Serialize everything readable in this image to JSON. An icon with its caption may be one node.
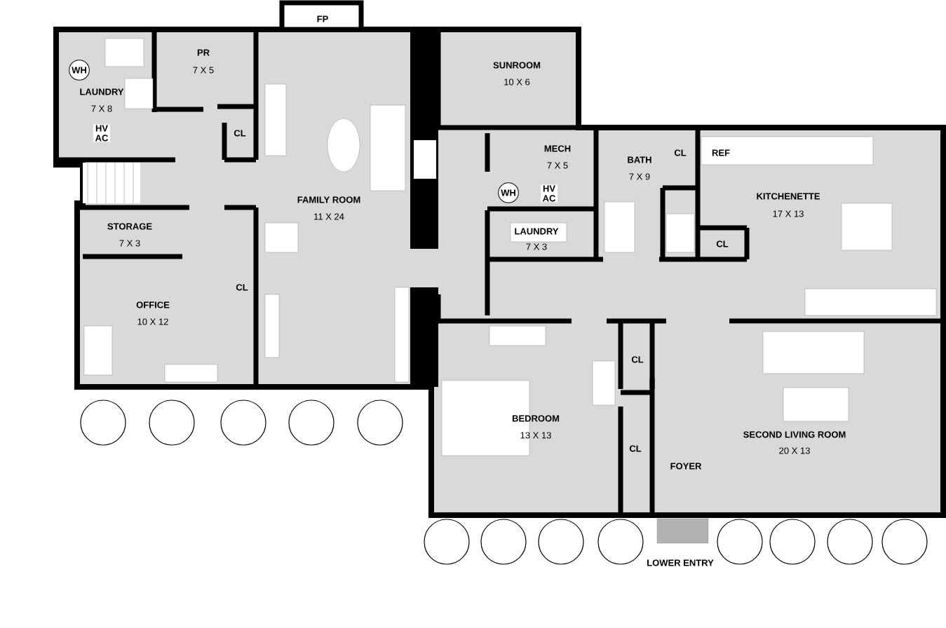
{
  "diagram": {
    "labels": [
      "FP",
      "WH",
      "LAUNDRY",
      "7 X 8",
      "HV AC",
      "PR",
      "7 X 5",
      "CL",
      "SUNROOM",
      "10 X 6",
      "MECH",
      "7 X 5",
      "BATH",
      "7 X 9",
      "CL",
      "REF",
      "WH",
      "HV AC",
      "KITCHENETTE",
      "17 X 13",
      "FAMILY ROOM",
      "11 X 24",
      "STORAGE",
      "7 X 3",
      "LAUNDRY",
      "7 X 3",
      "CL",
      "CL",
      "OFFICE",
      "10 X 12",
      "CL",
      "BEDROOM",
      "13 X 13",
      "CL",
      "SECOND LIVING ROOM",
      "20 X 13",
      "FOYER",
      "LOWER ENTRY"
    ]
  }
}
